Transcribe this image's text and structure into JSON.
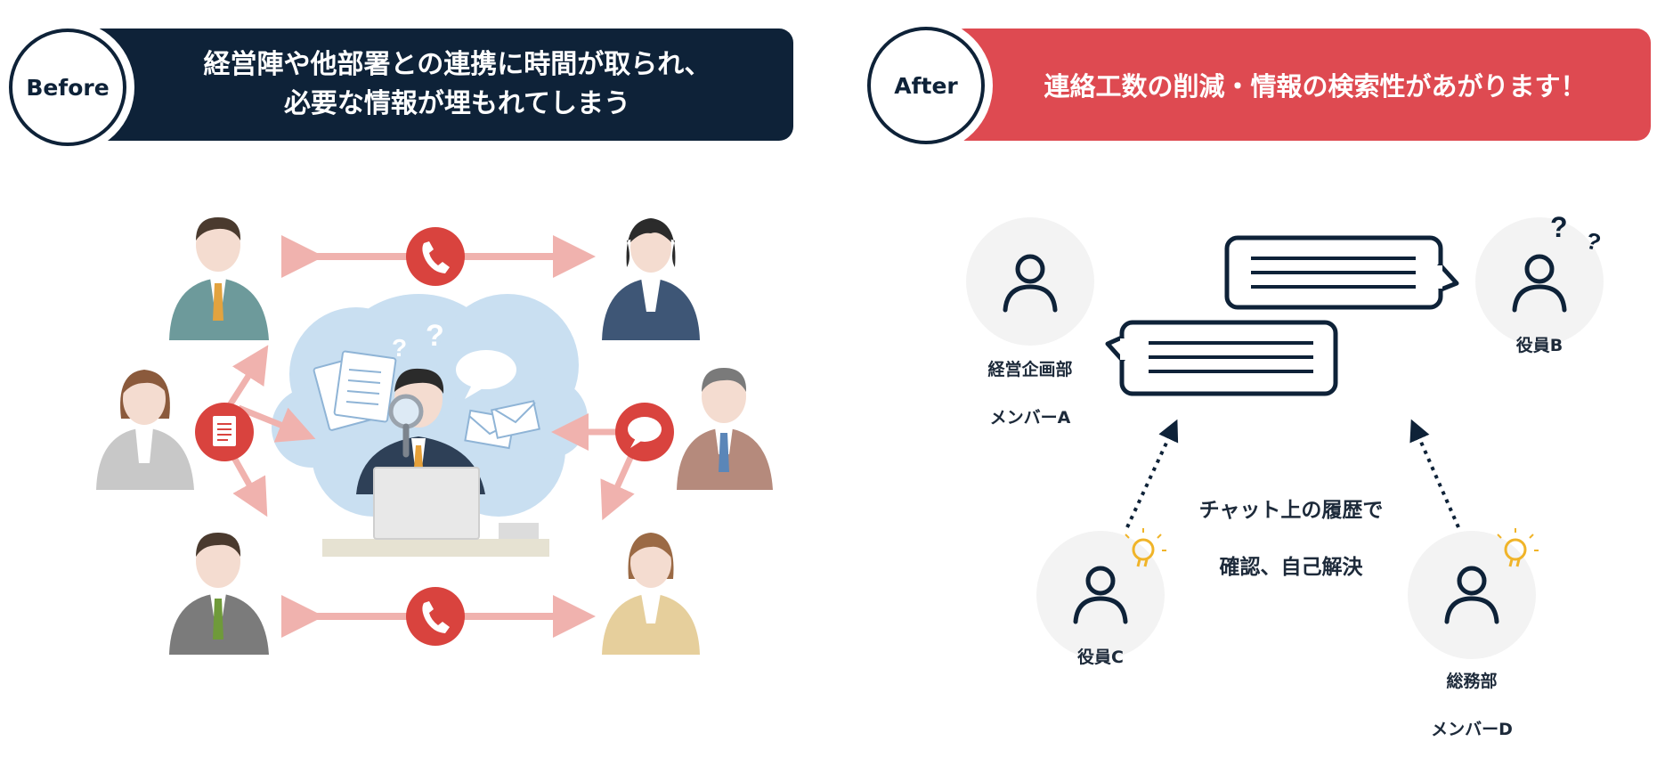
{
  "before": {
    "badge": "Before",
    "title_line1": "経営陣や他部署との連携に時間が取られ、",
    "title_line2": "必要な情報が埋もれてしまう"
  },
  "after": {
    "badge": "After",
    "title": "連絡工数の削減・情報の検索性があがります！",
    "people": {
      "a_line1": "経営企画部",
      "a_line2": "メンバーA",
      "b": "役員B",
      "c": "役員C",
      "d_line1": "総務部",
      "d_line2": "メンバーD"
    },
    "caption_line1": "チャット上の履歴で",
    "caption_line2": "確認、自己解決"
  },
  "icons": {
    "phone": "phone-icon",
    "document": "document-icon",
    "speech": "speech-bubble-icon",
    "question": "question-mark-icon",
    "lightbulb": "lightbulb-icon",
    "person": "person-icon"
  },
  "colors": {
    "navy": "#0e2238",
    "red": "#de4a51",
    "arrow_pink": "#f0b2ae",
    "icon_red": "#d9433e",
    "cloud_blue": "#c9dff1",
    "gold": "#f0b429"
  }
}
